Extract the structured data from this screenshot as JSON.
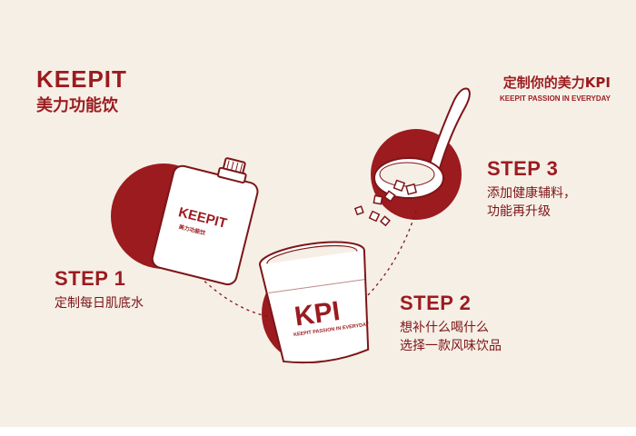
{
  "brand": {
    "logo_text": "KEEPIT",
    "subtitle": "美力功能饮"
  },
  "tagline": {
    "main": "定制你的美力KPI",
    "sub": "KEEPIT PASSION IN EVERYDAY"
  },
  "pouch": {
    "logo_text": "KEEPIT",
    "label_text": "美力功能饮"
  },
  "cup": {
    "logo_text": "KPI",
    "band_text": "KEEPIT PASSION IN EVERYDAY"
  },
  "steps": [
    {
      "title": "STEP 1",
      "lines": [
        "定制每日肌底水"
      ]
    },
    {
      "title": "STEP 2",
      "lines": [
        "想补什么喝什么",
        "选择一款风味饮品"
      ]
    },
    {
      "title": "STEP 3",
      "lines": [
        "添加健康辅料，",
        "功能再升级"
      ]
    }
  ],
  "colors": {
    "accent": "#9b1b1f",
    "background": "#f6efe6",
    "line": "#7d1518"
  }
}
